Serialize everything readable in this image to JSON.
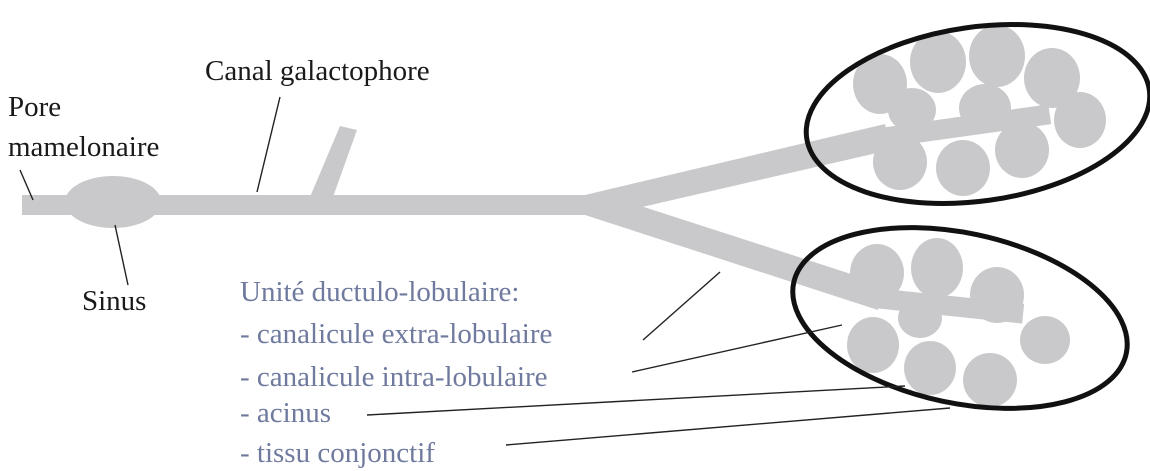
{
  "colors": {
    "duct": "#c9c9cc",
    "outline": "#111111",
    "leader": "#222222",
    "label_dark": "#1a1a1a",
    "label_blue": "#6f7a9e"
  },
  "labels": {
    "canal_galactophore": "Canal galactophore",
    "pore_line1": "Pore",
    "pore_line2": "mamelonaire",
    "sinus": "Sinus",
    "unite_title": "Unité ductulo-lobulaire:",
    "item_extra": "- canalicule extra-lobulaire",
    "item_intra": "- canalicule intra-lobulaire",
    "item_acinus": "- acinus",
    "item_tissu": "- tissu conjonctif"
  }
}
